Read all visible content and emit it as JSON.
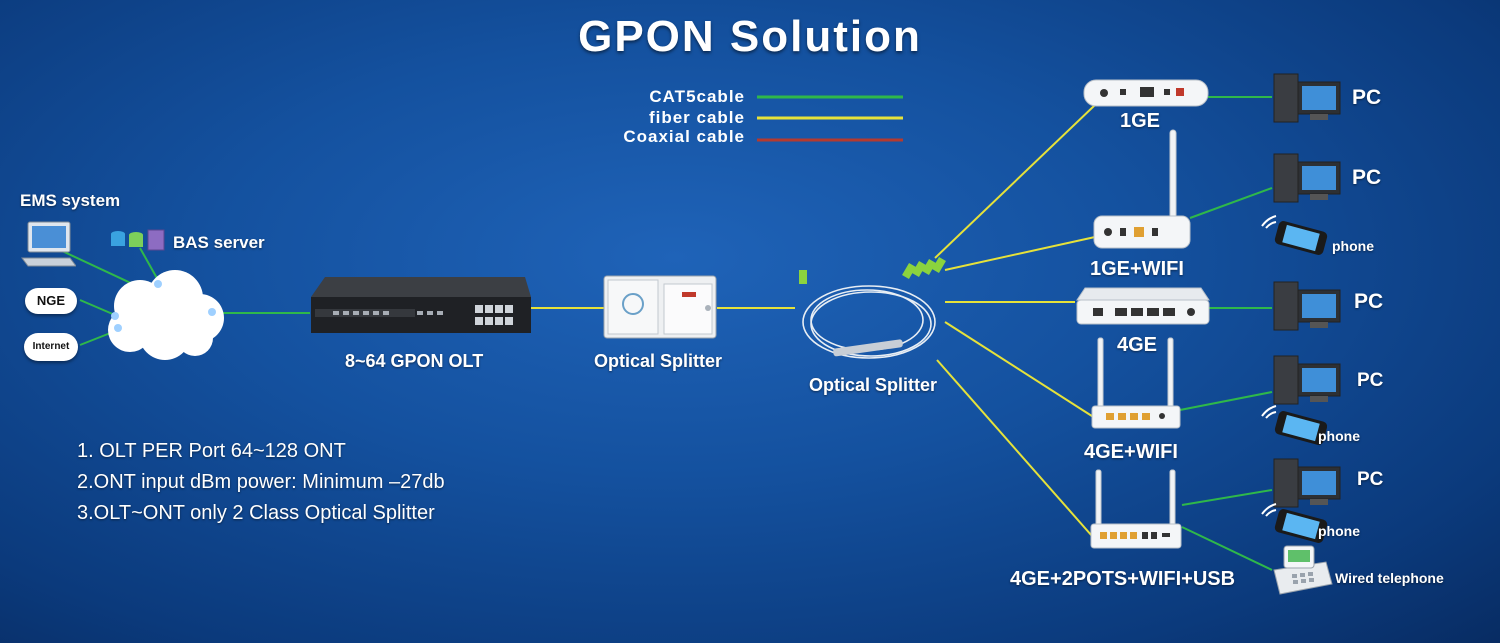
{
  "title": "GPON Solution",
  "legend": [
    {
      "label": "CAT5cable",
      "color": "#2fb84a"
    },
    {
      "label": "fiber cable",
      "color": "#e6e23a"
    },
    {
      "label": "Coaxial cable",
      "color": "#b53a2f"
    }
  ],
  "left": {
    "ems_label": "EMS system",
    "bas_label": "BAS server",
    "nge_label": "NGE",
    "internet_label": "Internet"
  },
  "olt_label": "8~64  GPON OLT",
  "splitter1_label": "Optical Splitter",
  "splitter2_label": "Optical Splitter",
  "onts": [
    {
      "label": "1GE"
    },
    {
      "label": "1GE+WIFI"
    },
    {
      "label": "4GE"
    },
    {
      "label": "4GE+WIFI"
    },
    {
      "label": "4GE+2POTS+WIFI+USB"
    }
  ],
  "endpoints": {
    "pc": "PC",
    "phone": "phone",
    "wired_telephone": "Wired telephone"
  },
  "notes": [
    "1. OLT PER Port 64~128 ONT",
    "2.ONT input dBm power: Minimum –27db",
    "3.OLT~ONT only 2 Class Optical Splitter"
  ]
}
